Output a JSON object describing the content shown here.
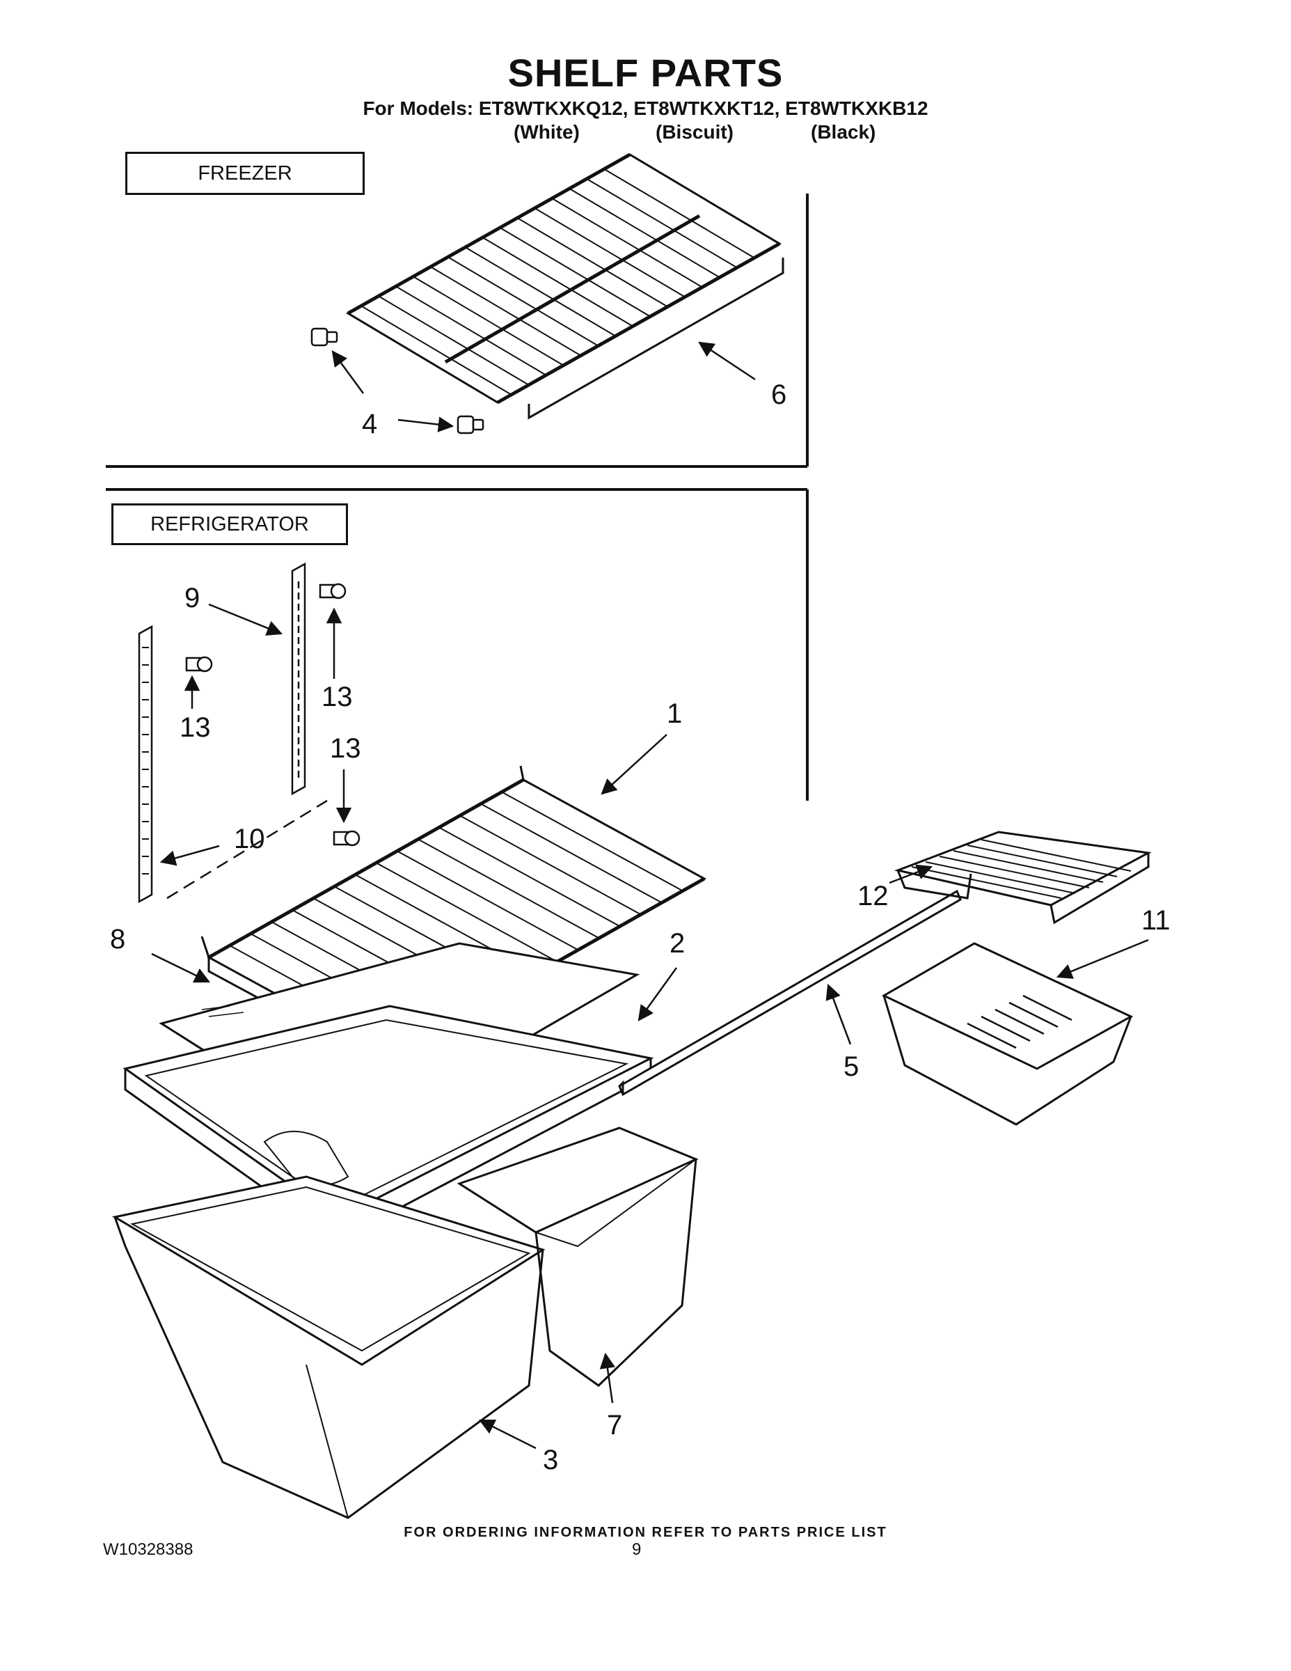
{
  "header": {
    "title": "SHELF PARTS",
    "models_line": "For Models: ET8WTKXKQ12, ET8WTKXKT12, ET8WTKXKB12",
    "variants": [
      "(White)",
      "(Biscuit)",
      "(Black)"
    ]
  },
  "sections": {
    "freezer": "FREEZER",
    "refrigerator": "REFRIGERATOR"
  },
  "callouts": {
    "c1": "1",
    "c2": "2",
    "c3": "3",
    "c4": "4",
    "c5": "5",
    "c6": "6",
    "c7": "7",
    "c8": "8",
    "c9": "9",
    "c10": "10",
    "c11": "11",
    "c12": "12",
    "c13a": "13",
    "c13b": "13",
    "c13c": "13"
  },
  "footer": {
    "ordering_note": "FOR ORDERING INFORMATION REFER TO PARTS PRICE LIST",
    "doc_number": "W10328388",
    "page_number": "9"
  }
}
